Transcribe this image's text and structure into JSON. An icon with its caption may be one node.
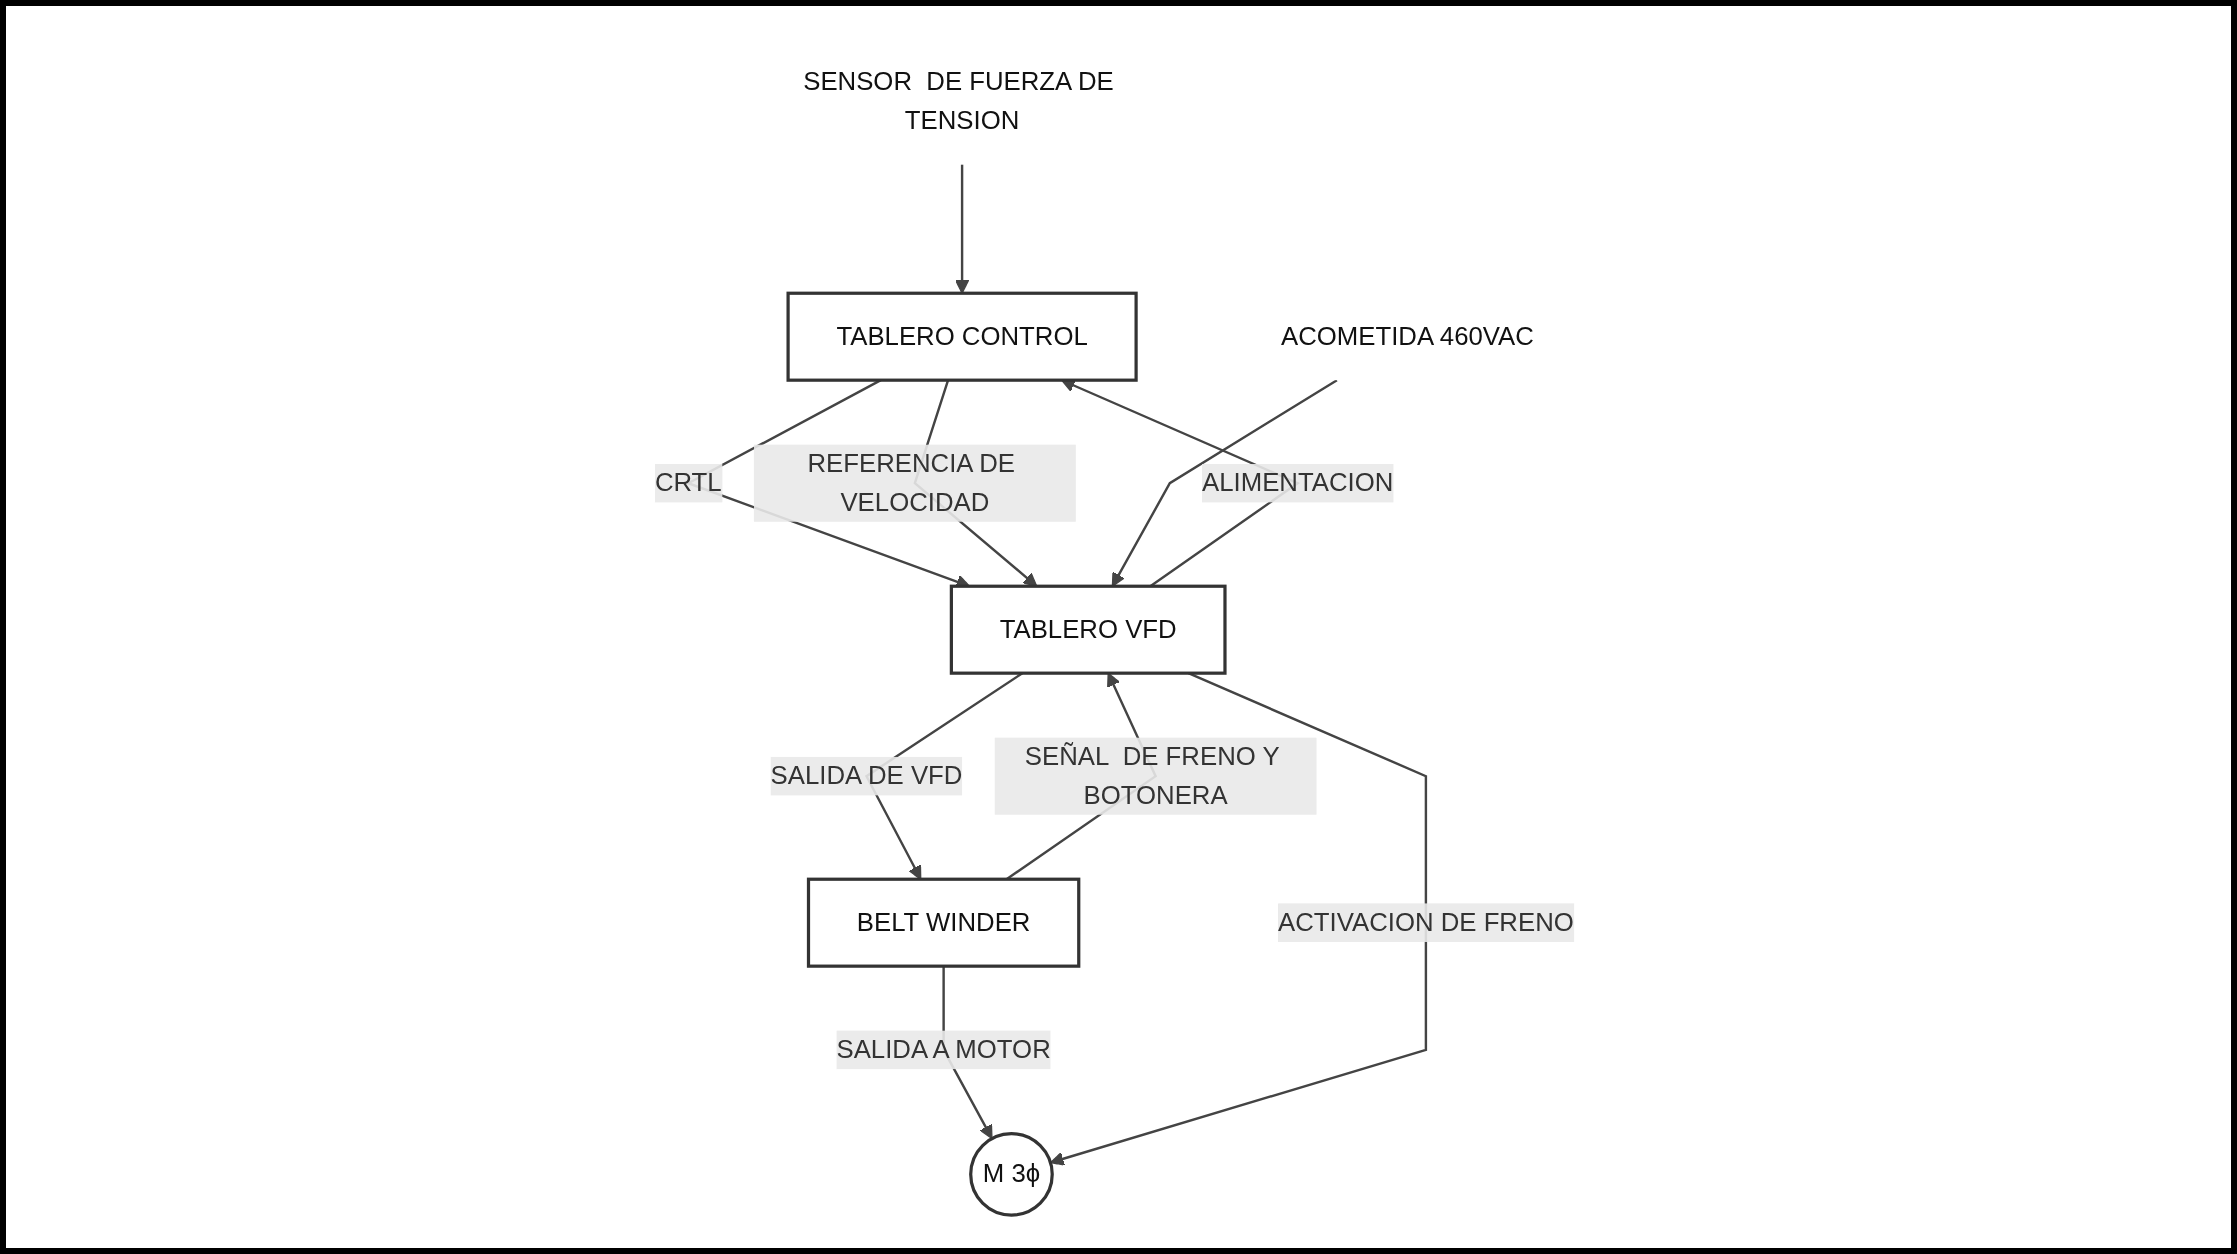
{
  "diagram": {
    "nodes": [
      {
        "text": [
          "TABLERO CONTROL"
        ]
      },
      {
        "text": [
          "SENSOR  DE FUERZA DE TENSION"
        ]
      },
      {
        "text": [
          "M 3ϕ"
        ]
      },
      {
        "text": [
          "BELT WINDER"
        ]
      },
      {
        "text": [
          "TABLERO VFD"
        ]
      },
      {
        "text": [
          "ACOMETIDA 460VAC"
        ]
      }
    ],
    "edges": [
      {
        "from": 1,
        "to": 0,
        "arrow": "to"
      },
      {
        "from": 4,
        "to": 0,
        "arrow": "to",
        "label": "ALIMENTACION"
      },
      {
        "from": 0,
        "to": 4,
        "arrow": "to",
        "label": "CRTL"
      },
      {
        "from": 0,
        "to": 4,
        "arrow": "to",
        "label": "REFERENCIA DE VELOCIDAD"
      },
      {
        "from": 3,
        "to": 2,
        "arrow": "to",
        "label": "SALIDA A MOTOR"
      },
      {
        "from": 4,
        "to": 3,
        "arrow": "to",
        "label": "SALIDA DE VFD"
      },
      {
        "from": 3,
        "to": 4,
        "arrow": "to",
        "label": "SEÑAL  DE FRENO Y BOTONERA"
      },
      {
        "from": 4,
        "to": 2,
        "arrow": "to",
        "label": "ACTIVACION DE FRENO"
      },
      {
        "from": 5,
        "to": 4,
        "arrow": "to"
      }
    ]
  }
}
